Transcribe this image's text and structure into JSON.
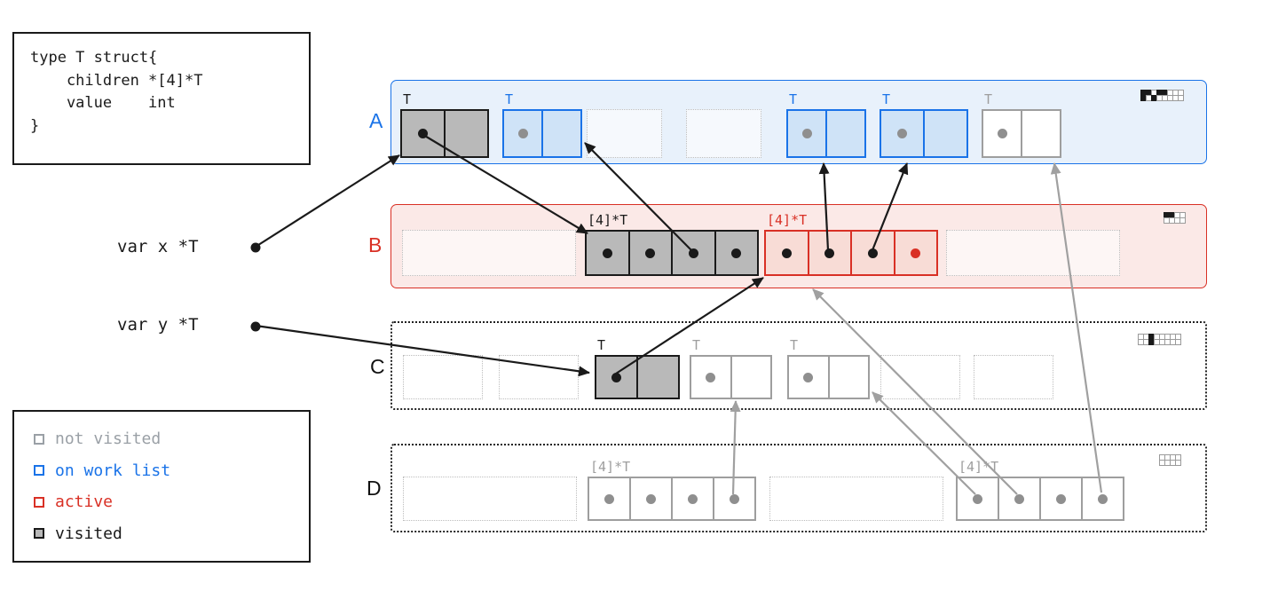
{
  "colors": {
    "blue": "#1a73e8",
    "red": "#d93025",
    "blue-bg": "#e8f1fb",
    "red-bg": "#fbe9e7",
    "blue-fill": "#cfe3f7",
    "red-fill": "#f8dcd6",
    "visited-fill": "#b9b9b9"
  },
  "code_box": {
    "lines": [
      "type T struct{",
      "    children *[4]*T",
      "    value    int",
      "}"
    ]
  },
  "vars": {
    "x": "var x *T",
    "y": "var y *T"
  },
  "legend": {
    "items": [
      {
        "label": "not visited"
      },
      {
        "label": "on work list"
      },
      {
        "label": "active"
      },
      {
        "label": "visited"
      }
    ]
  },
  "spans": [
    {
      "label": "A",
      "objects": [
        {
          "type": "T",
          "state": "visited"
        },
        {
          "type": "T",
          "state": "on work list"
        },
        {
          "state": "free"
        },
        {
          "state": "free"
        },
        {
          "type": "T",
          "state": "on work list"
        },
        {
          "type": "T",
          "state": "on work list"
        },
        {
          "type": "T",
          "state": "not visited"
        }
      ],
      "bitmap": [
        "11011000",
        "10100000"
      ]
    },
    {
      "label": "B",
      "objects": [
        {
          "state": "free"
        },
        {
          "type": "[4]*T",
          "state": "visited"
        },
        {
          "type": "[4]*T",
          "state": "active"
        },
        {
          "state": "free"
        }
      ],
      "bitmap": [
        "1100",
        "0000"
      ]
    },
    {
      "label": "C",
      "objects": [
        {
          "state": "free"
        },
        {
          "state": "free"
        },
        {
          "type": "T",
          "state": "visited"
        },
        {
          "type": "T",
          "state": "not visited"
        },
        {
          "type": "T",
          "state": "not visited"
        },
        {
          "state": "free"
        },
        {
          "state": "free"
        }
      ],
      "bitmap": [
        "00100000",
        "00100000"
      ]
    },
    {
      "label": "D",
      "objects": [
        {
          "state": "free"
        },
        {
          "type": "[4]*T",
          "state": "not visited"
        },
        {
          "state": "free"
        },
        {
          "type": "[4]*T",
          "state": "not visited"
        }
      ],
      "bitmap": [
        "0000",
        "0000"
      ]
    }
  ]
}
